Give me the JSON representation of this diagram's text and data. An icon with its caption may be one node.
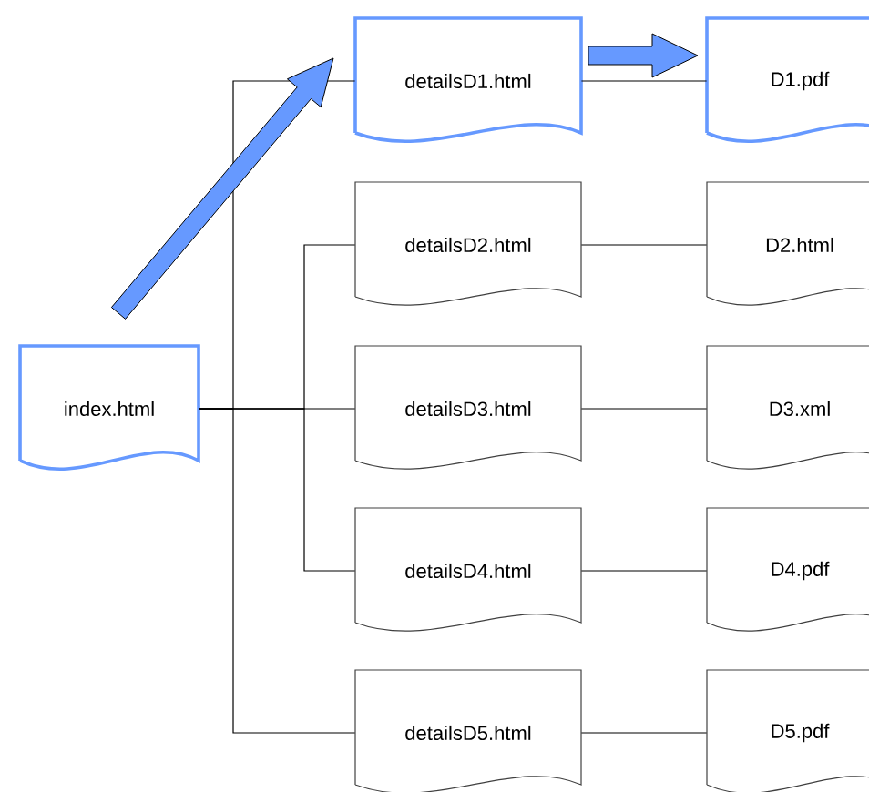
{
  "diagram": {
    "nodes": [
      {
        "text": [
          "index.html"
        ]
      },
      {
        "text": [
          "detailsD1.html"
        ]
      },
      {
        "text": [
          "D1.pdf"
        ]
      },
      {
        "text": [
          "detailsD2.html"
        ]
      },
      {
        "text": [
          "D2.html"
        ]
      },
      {
        "text": [
          "detailsD3.html"
        ]
      },
      {
        "text": [
          "D3.xml"
        ]
      },
      {
        "text": [
          "detailsD4.html"
        ]
      },
      {
        "text": [
          "D4.pdf"
        ]
      },
      {
        "text": [
          "detailsD5.html"
        ]
      },
      {
        "text": [
          "D5.pdf"
        ]
      }
    ],
    "edges": [
      {
        "from": 0,
        "to": 1,
        "arrow": "none"
      },
      {
        "from": 0,
        "to": 3,
        "arrow": "none"
      },
      {
        "from": 0,
        "to": 5,
        "arrow": "none"
      },
      {
        "from": 0,
        "to": 7,
        "arrow": "none"
      },
      {
        "from": 0,
        "to": 9,
        "arrow": "none"
      },
      {
        "from": 1,
        "to": 2,
        "arrow": "none"
      },
      {
        "from": 3,
        "to": 4,
        "arrow": "none"
      },
      {
        "from": 5,
        "to": 6,
        "arrow": "none"
      },
      {
        "from": 7,
        "to": 8,
        "arrow": "none"
      },
      {
        "from": 9,
        "to": 10,
        "arrow": "none"
      },
      {
        "from": null,
        "to": 1,
        "arrow": "to",
        "style": "thick",
        "color": "#6699ff"
      },
      {
        "from": 1,
        "to": 2,
        "arrow": "to",
        "style": "thick",
        "color": "#6699ff"
      }
    ]
  }
}
